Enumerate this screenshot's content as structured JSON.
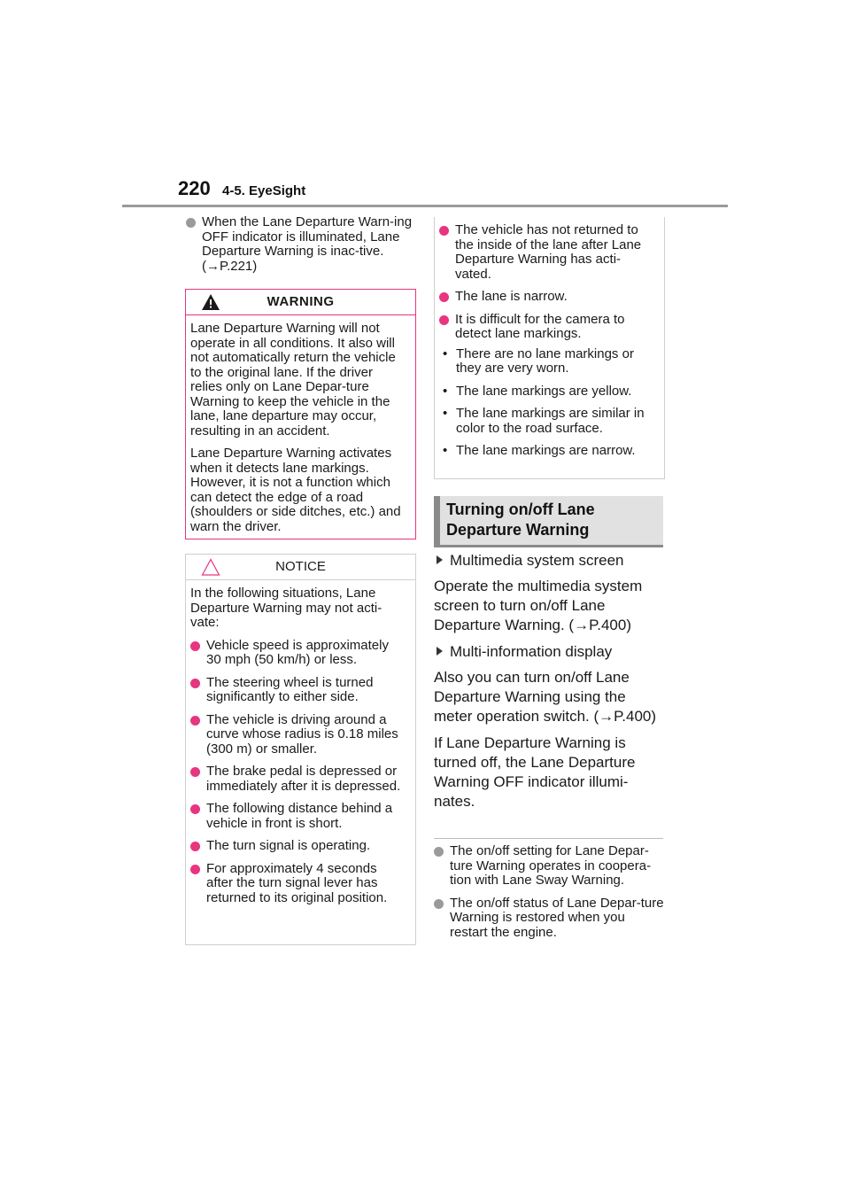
{
  "header": {
    "page_number": "220",
    "section": "4-5. EyeSight"
  },
  "left": {
    "intro_bullet": "When the Lane Departure Warn-ing OFF indicator is illuminated, Lane Departure Warning is inac-tive. (→P.221)",
    "warning": {
      "title": "WARNING",
      "paragraphs": [
        "Lane Departure Warning will not operate in all conditions. It also will not automatically return the vehicle to the original lane. If the driver relies only on Lane Depar-ture Warning to keep the vehicle in the lane, lane departure may occur, resulting in an accident.",
        "Lane Departure Warning activates when it detects lane markings. However, it is not a function which can detect the edge of a road (shoulders or side ditches, etc.) and warn the driver."
      ]
    },
    "notice": {
      "title": "NOTICE",
      "intro": "In the following situations, Lane Departure Warning may not acti-vate:",
      "items": [
        "Vehicle speed is approximately 30 mph (50 km/h) or less.",
        "The steering wheel is turned significantly to either side.",
        "The vehicle is driving around a curve whose radius is 0.18 miles (300 m) or smaller.",
        "The brake pedal is depressed or immediately after it is depressed.",
        "The following distance behind a vehicle in front is short.",
        "The turn signal is operating.",
        "For approximately 4 seconds after the turn signal lever has returned to its original position."
      ]
    }
  },
  "right": {
    "notice_cont": {
      "items": [
        "The vehicle has not returned to the inside of the lane after Lane Departure Warning has acti-vated.",
        "The lane is narrow.",
        "It is difficult for the camera to detect lane markings."
      ],
      "subitems": [
        "There are no lane markings or they are very worn.",
        "The lane markings are yellow.",
        "The lane markings are similar in color to the road surface.",
        "The lane markings are narrow."
      ]
    },
    "heading": {
      "line1": "Turning on/off Lane",
      "line2": "Departure Warning"
    },
    "sub1": "Multimedia system screen",
    "para1": "Operate the multimedia system screen to turn on/off Lane Departure Warning. (→P.400)",
    "sub2": "Multi-information display",
    "para2": "Also you can turn on/off Lane Departure Warning using the meter operation switch. (→P.400)",
    "para3": "If Lane Departure Warning is turned off, the Lane Departure Warning OFF indicator illumi-nates.",
    "notes": [
      "The on/off setting for Lane Depar-ture Warning operates in coopera-tion with Lane Sway Warning.",
      "The on/off status of Lane Depar-ture Warning is restored when you restart the engine."
    ]
  },
  "colors": {
    "accent": "#e8357f",
    "grey": "#8a8a8a"
  }
}
